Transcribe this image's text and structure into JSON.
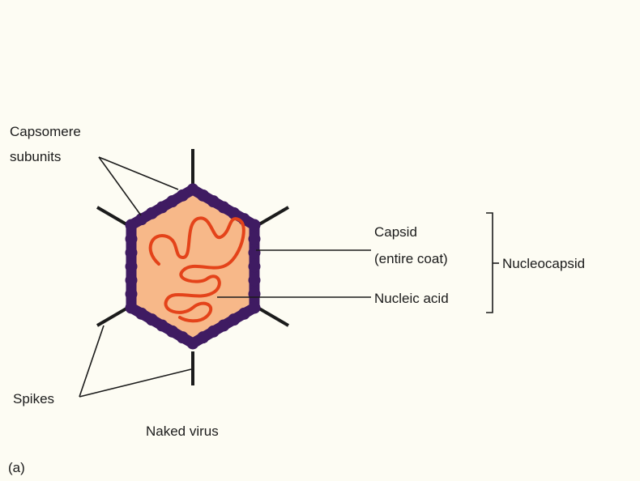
{
  "labels": {
    "capsomere_line1": "Capsomere",
    "capsomere_line2": "subunits",
    "capsid_line1": "Capsid",
    "capsid_line2": "(entire coat)",
    "nucleocapsid": "Nucleocapsid",
    "nucleic_acid": "Nucleic acid",
    "spikes": "Spikes",
    "naked_virus": "Naked virus",
    "panel": "(a)"
  },
  "colors": {
    "background": "#fdfcf3",
    "capsid_fill": "#f7b889",
    "capsomere": "#3f1b62",
    "nucleic_acid": "#e4431a",
    "lines": "#1b1b1b"
  }
}
